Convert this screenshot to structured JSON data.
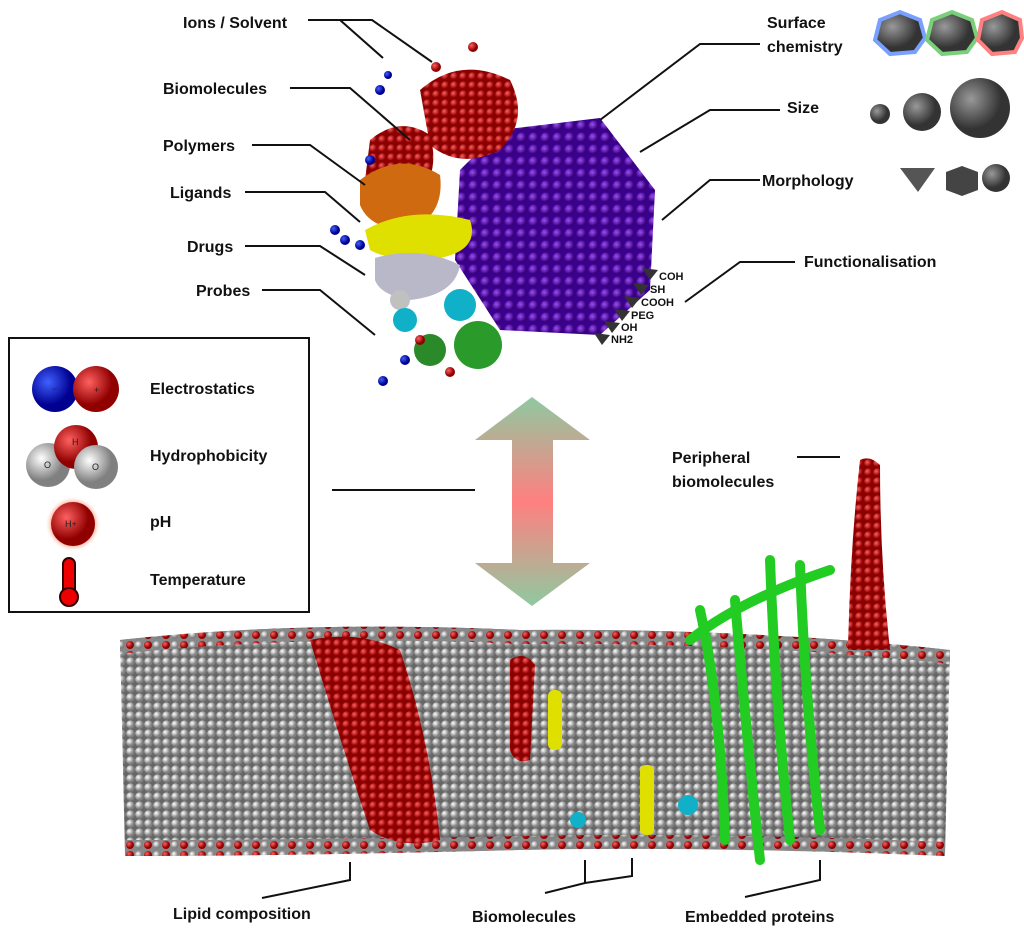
{
  "nanoparticle_labels": {
    "ions_solvent": "Ions / Solvent",
    "biomolecules": "Biomolecules",
    "polymers": "Polymers",
    "ligands": "Ligands",
    "drugs": "Drugs",
    "probes": "Probes"
  },
  "properties": {
    "surface_chemistry_line1": "Surface",
    "surface_chemistry_line2": "chemistry",
    "size": "Size",
    "morphology": "Morphology",
    "functionalisation": "Functionalisation"
  },
  "functional_groups": [
    "COH",
    "SH",
    "COOH",
    "PEG",
    "OH",
    "NH2"
  ],
  "legend": {
    "items": [
      {
        "label": "Electrostatics",
        "glyph_minus": "−",
        "glyph_plus": "+"
      },
      {
        "label": "Hydrophobicity",
        "glyph_h": "H",
        "glyph_o": "O"
      },
      {
        "label": "pH",
        "glyph": "H+"
      },
      {
        "label": "Temperature"
      }
    ]
  },
  "membrane_labels": {
    "peripheral_line1": "Peripheral",
    "peripheral_line2": "biomolecules",
    "lipid_composition": "Lipid composition",
    "biomolecules": "Biomolecules",
    "embedded_proteins": "Embedded proteins"
  },
  "colors": {
    "nanoparticle": "#5a0fb0",
    "biomolecule_red": "#d00000",
    "polymer_orange": "#d06a10",
    "ligand_yellow": "#e0e000",
    "probe_cyan": "#10b0c8",
    "green": "#2a9a2a",
    "lipid_gray": "#a8a8a8",
    "protein_green": "#22cc22"
  }
}
